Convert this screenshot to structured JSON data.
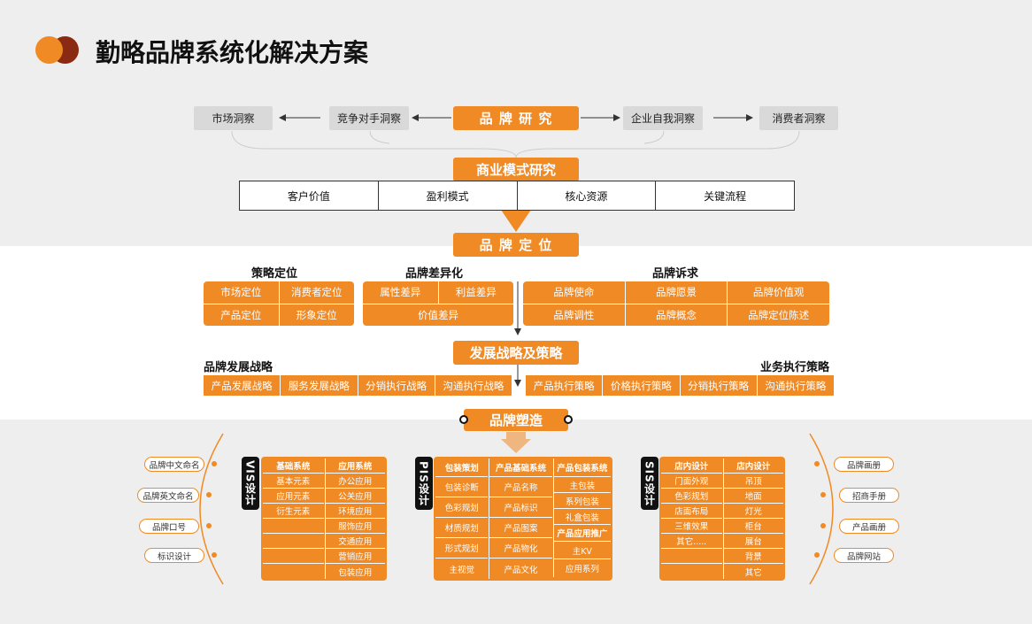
{
  "header": {
    "title": "勤略品牌系统化解决方案",
    "logo_colors": [
      "#f08a24",
      "#8a2a12"
    ]
  },
  "research": {
    "center": "品 牌 研 究",
    "left": [
      "竞争对手洞察",
      "市场洞察"
    ],
    "right": [
      "企业自我洞察",
      "消费者洞察"
    ]
  },
  "business": {
    "title": "商业模式研究",
    "items": [
      "客户价值",
      "盈利模式",
      "核心资源",
      "关键流程"
    ]
  },
  "positioning": {
    "title": "品 牌 定 位",
    "strategy": {
      "heading": "策略定位",
      "items": [
        "市场定位",
        "消费者定位",
        "产品定位",
        "形象定位"
      ]
    },
    "differentiation": {
      "heading": "品牌差异化",
      "items": [
        "属性差异",
        "利益差异",
        "价值差异"
      ]
    },
    "appeal": {
      "heading": "品牌诉求",
      "items": [
        "品牌使命",
        "品牌愿景",
        "品牌价值观",
        "品牌调性",
        "品牌概念",
        "品牌定位陈述"
      ]
    }
  },
  "development": {
    "title": "发展战略及策略",
    "left": {
      "heading": "品牌发展战略",
      "items": [
        "产品发展战略",
        "服务发展战略",
        "分销执行战略",
        "沟通执行战略"
      ]
    },
    "right": {
      "heading": "业务执行策略",
      "items": [
        "产品执行策略",
        "价格执行策略",
        "分销执行策略",
        "沟通执行策略"
      ]
    }
  },
  "shaping": {
    "title": "品牌塑造",
    "left_pills": [
      "品牌中文命名",
      "品牌英文命名",
      "品牌口号",
      "标识设计"
    ],
    "right_pills": [
      "品牌画册",
      "招商手册",
      "产品画册",
      "品牌网站"
    ],
    "vis": {
      "tag": "VIS设计",
      "col1": {
        "head": "基础系统",
        "items": [
          "基本元素",
          "应用元素",
          "衍生元素",
          "",
          "",
          "",
          ""
        ]
      },
      "col2": {
        "head": "应用系统",
        "items": [
          "办公应用",
          "公关应用",
          "环境应用",
          "服饰应用",
          "交通应用",
          "营销应用",
          "包装应用"
        ]
      }
    },
    "pis": {
      "tag": "PIS设计",
      "col1": {
        "head": "包装策划",
        "items": [
          "包装诊断",
          "色彩规划",
          "材质规划",
          "形式规划",
          "主视觉"
        ]
      },
      "col2": {
        "head": "产品基础系统",
        "items": [
          "产品名称",
          "产品标识",
          "产品图案",
          "产品物化",
          "产品文化"
        ]
      },
      "col3": {
        "head": "产品包装系统",
        "items": [
          "主包装",
          "系列包装",
          "礼盒包装"
        ],
        "head2": "产品应用推广",
        "items2": [
          "主KV",
          "应用系列"
        ]
      }
    },
    "sis": {
      "tag": "SIS设计",
      "col1": {
        "head": "店内设计",
        "items": [
          "门面外观",
          "色彩规划",
          "店面布局",
          "三维效果",
          "其它.....",
          "",
          ""
        ]
      },
      "col2": {
        "head": "店内设计",
        "items": [
          "吊顶",
          "地面",
          "灯光",
          "柜台",
          "展台",
          "背景",
          "其它"
        ]
      }
    }
  }
}
